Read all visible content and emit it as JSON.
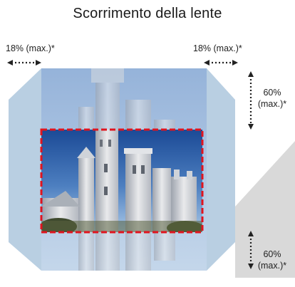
{
  "title": "Scorrimento della lente",
  "labels": {
    "horizontal_left": "18% (max.)*",
    "horizontal_right": "18% (max.)*",
    "vertical_top_line1": "60%",
    "vertical_top_line2": "(max.)*",
    "vertical_bottom_line1": "60%",
    "vertical_bottom_line2": "(max.)*"
  },
  "colors": {
    "shift_area": "#b9cfe2",
    "frame_border": "#e0141e",
    "perspective_gray": "#d9d9d9",
    "sky_top": "#1f4f9a",
    "sky_bottom": "#8fb5dd"
  },
  "icons": {
    "horizontal_arrows": "dotted-double-arrow-icon",
    "vertical_arrows": "dotted-vertical-arrow-icon"
  }
}
